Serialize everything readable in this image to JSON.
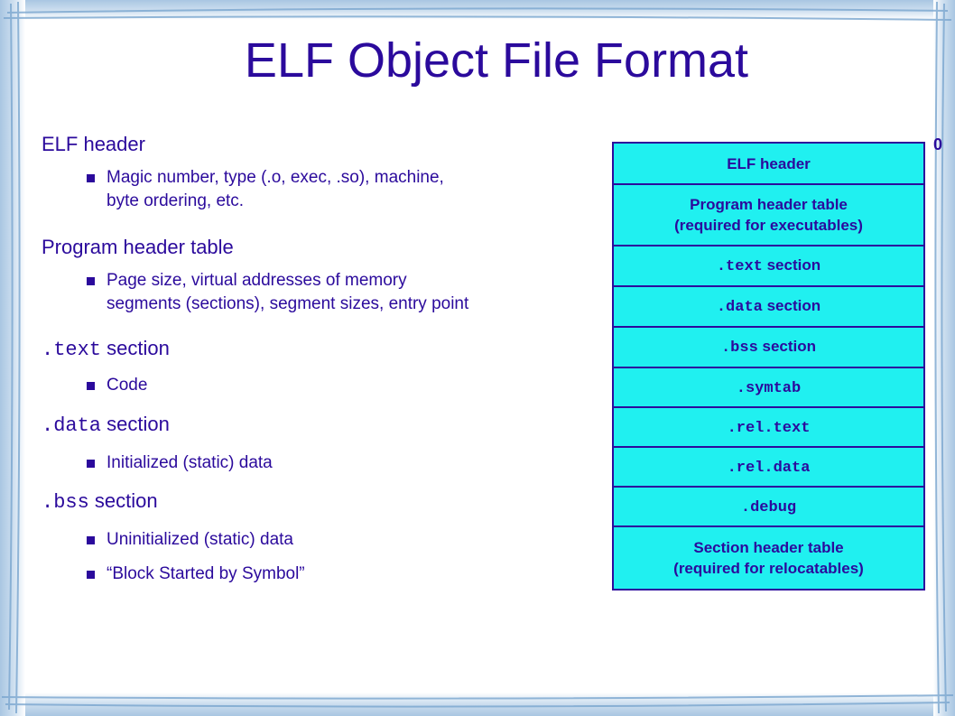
{
  "title": "ELF Object File Format",
  "outline": [
    {
      "heading_pre": "",
      "heading_mono": "",
      "heading": "ELF header",
      "bullets": [
        "Magic number, type (.o, exec, .so), machine,",
        "byte ordering, etc."
      ]
    },
    {
      "heading": "Program header table",
      "bullets": [
        "Page size, virtual addresses of memory",
        "segments (sections), segment sizes, entry point"
      ]
    },
    {
      "heading_mono": ".text",
      "heading": " section",
      "bullets": [
        "Code"
      ]
    },
    {
      "heading_mono": ".data",
      "heading": " section",
      "bullets": [
        "Initialized (static) data"
      ]
    },
    {
      "heading_mono": ".bss",
      "heading": " section",
      "bullets": [
        "Uninitialized (static) data",
        "“Block Started by Symbol”"
      ]
    }
  ],
  "diagram": {
    "offset_label": "0",
    "cells": [
      {
        "mono": "",
        "text": "ELF header",
        "text2": ""
      },
      {
        "mono": "",
        "text": "Program header table",
        "text2": "(required for executables)"
      },
      {
        "mono": ".text",
        "text": " section",
        "text2": ""
      },
      {
        "mono": ".data",
        "text": " section",
        "text2": ""
      },
      {
        "mono": ".bss",
        "text": " section",
        "text2": ""
      },
      {
        "mono": ".symtab",
        "text": "",
        "text2": ""
      },
      {
        "mono": ".rel.text",
        "text": "",
        "text2": ""
      },
      {
        "mono": ".rel.data",
        "text": "",
        "text2": ""
      },
      {
        "mono": ".debug",
        "text": "",
        "text2": ""
      },
      {
        "mono": "",
        "text": "Section header table",
        "text2": "(required for relocatables)"
      }
    ]
  },
  "colors": {
    "text": "#2b0a9c",
    "cell_fill": "#20f0f0",
    "frame": "#a9c6e2"
  }
}
